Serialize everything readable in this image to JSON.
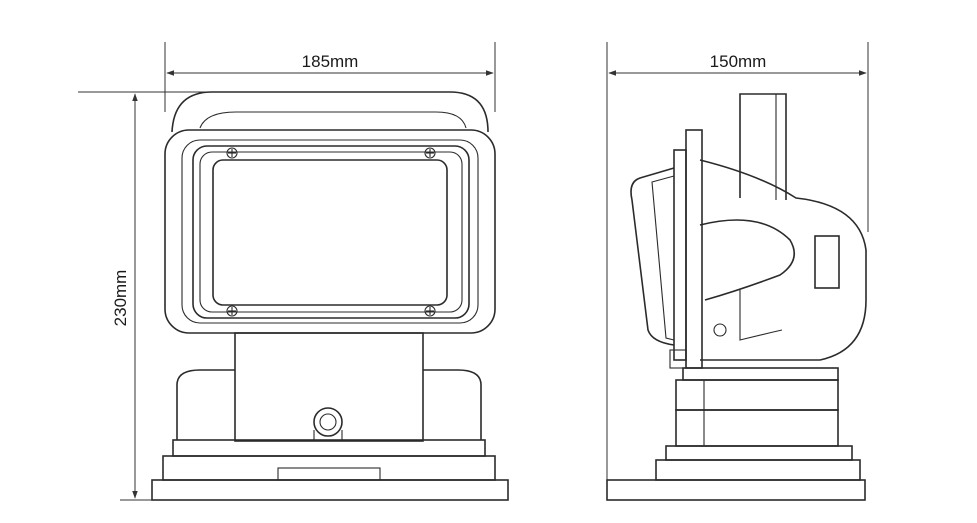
{
  "dimensions": {
    "front_width": "185mm",
    "side_width": "150mm",
    "height": "230mm"
  }
}
